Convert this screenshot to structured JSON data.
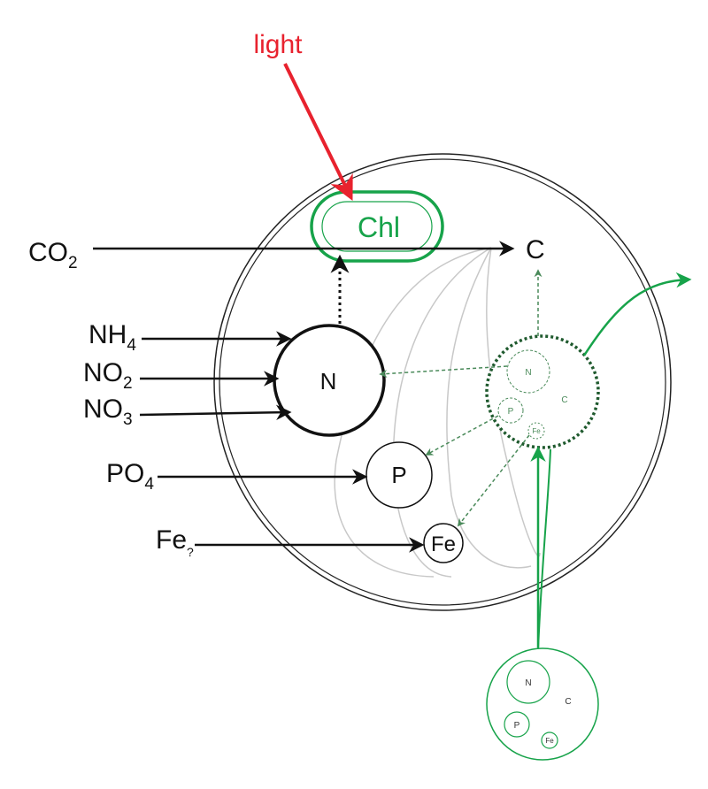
{
  "labels": {
    "light": "light",
    "chl": "Chl",
    "carbon": "C",
    "nitrogen": "N",
    "phosphorus": "P",
    "iron": "Fe"
  },
  "inputs": {
    "co2": {
      "base": "CO",
      "sub": "2"
    },
    "nh4": {
      "base": "NH",
      "sub": "4"
    },
    "no2": {
      "base": "NO",
      "sub": "2"
    },
    "no3": {
      "base": "NO",
      "sub": "3"
    },
    "po4": {
      "base": "PO",
      "sub": "4"
    },
    "fe": {
      "base": "Fe",
      "sub": "?"
    }
  },
  "inner_pool": {
    "n": "N",
    "p": "P",
    "fe": "Fe",
    "c": "C"
  },
  "external_pool": {
    "n": "N",
    "p": "P",
    "fe": "Fe",
    "c": "C"
  },
  "colors": {
    "light": "#e8222e",
    "chl": "#17a34a",
    "uptake": "#111111",
    "pool": "#1f5a2e",
    "pool_arrow": "#4a8a5a",
    "external": "#17a34a",
    "membrane": "#222222",
    "internal_lines": "#c8c8c8"
  }
}
